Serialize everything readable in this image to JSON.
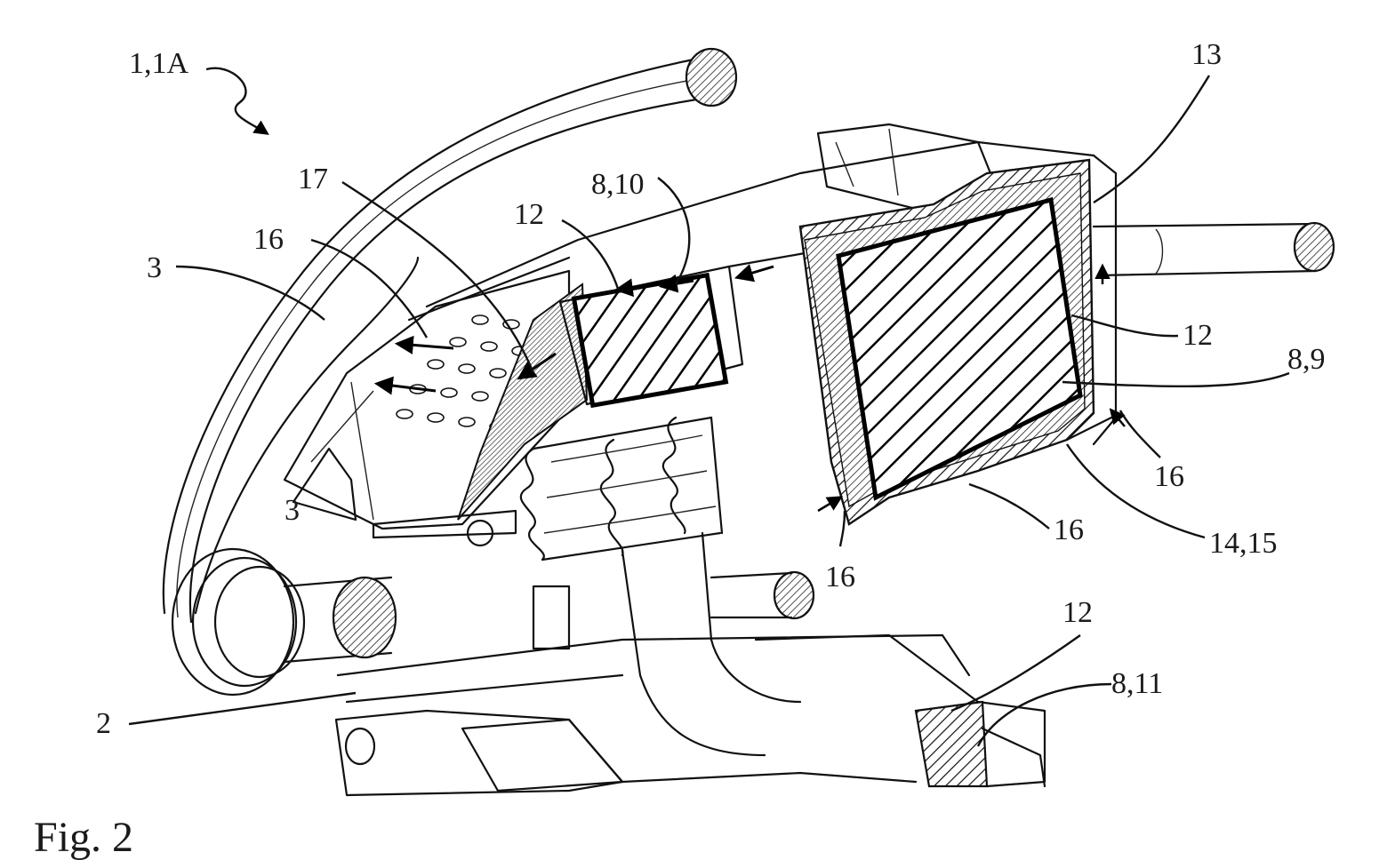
{
  "figure": {
    "caption": "Fig. 2",
    "labels": {
      "assembly": "1,1A",
      "l13": "13",
      "l17": "17",
      "l8_10": "8,10",
      "l12_top": "12",
      "l16_left": "16",
      "l3_left": "3",
      "l3_inner": "3",
      "l12_right": "12",
      "l8_9": "8,9",
      "l16_right": "16",
      "l16_bottom": "16",
      "l14_15": "14,15",
      "l16_lower": "16",
      "l12_bottom": "12",
      "l8_11": "8,11",
      "l2": "2"
    }
  }
}
